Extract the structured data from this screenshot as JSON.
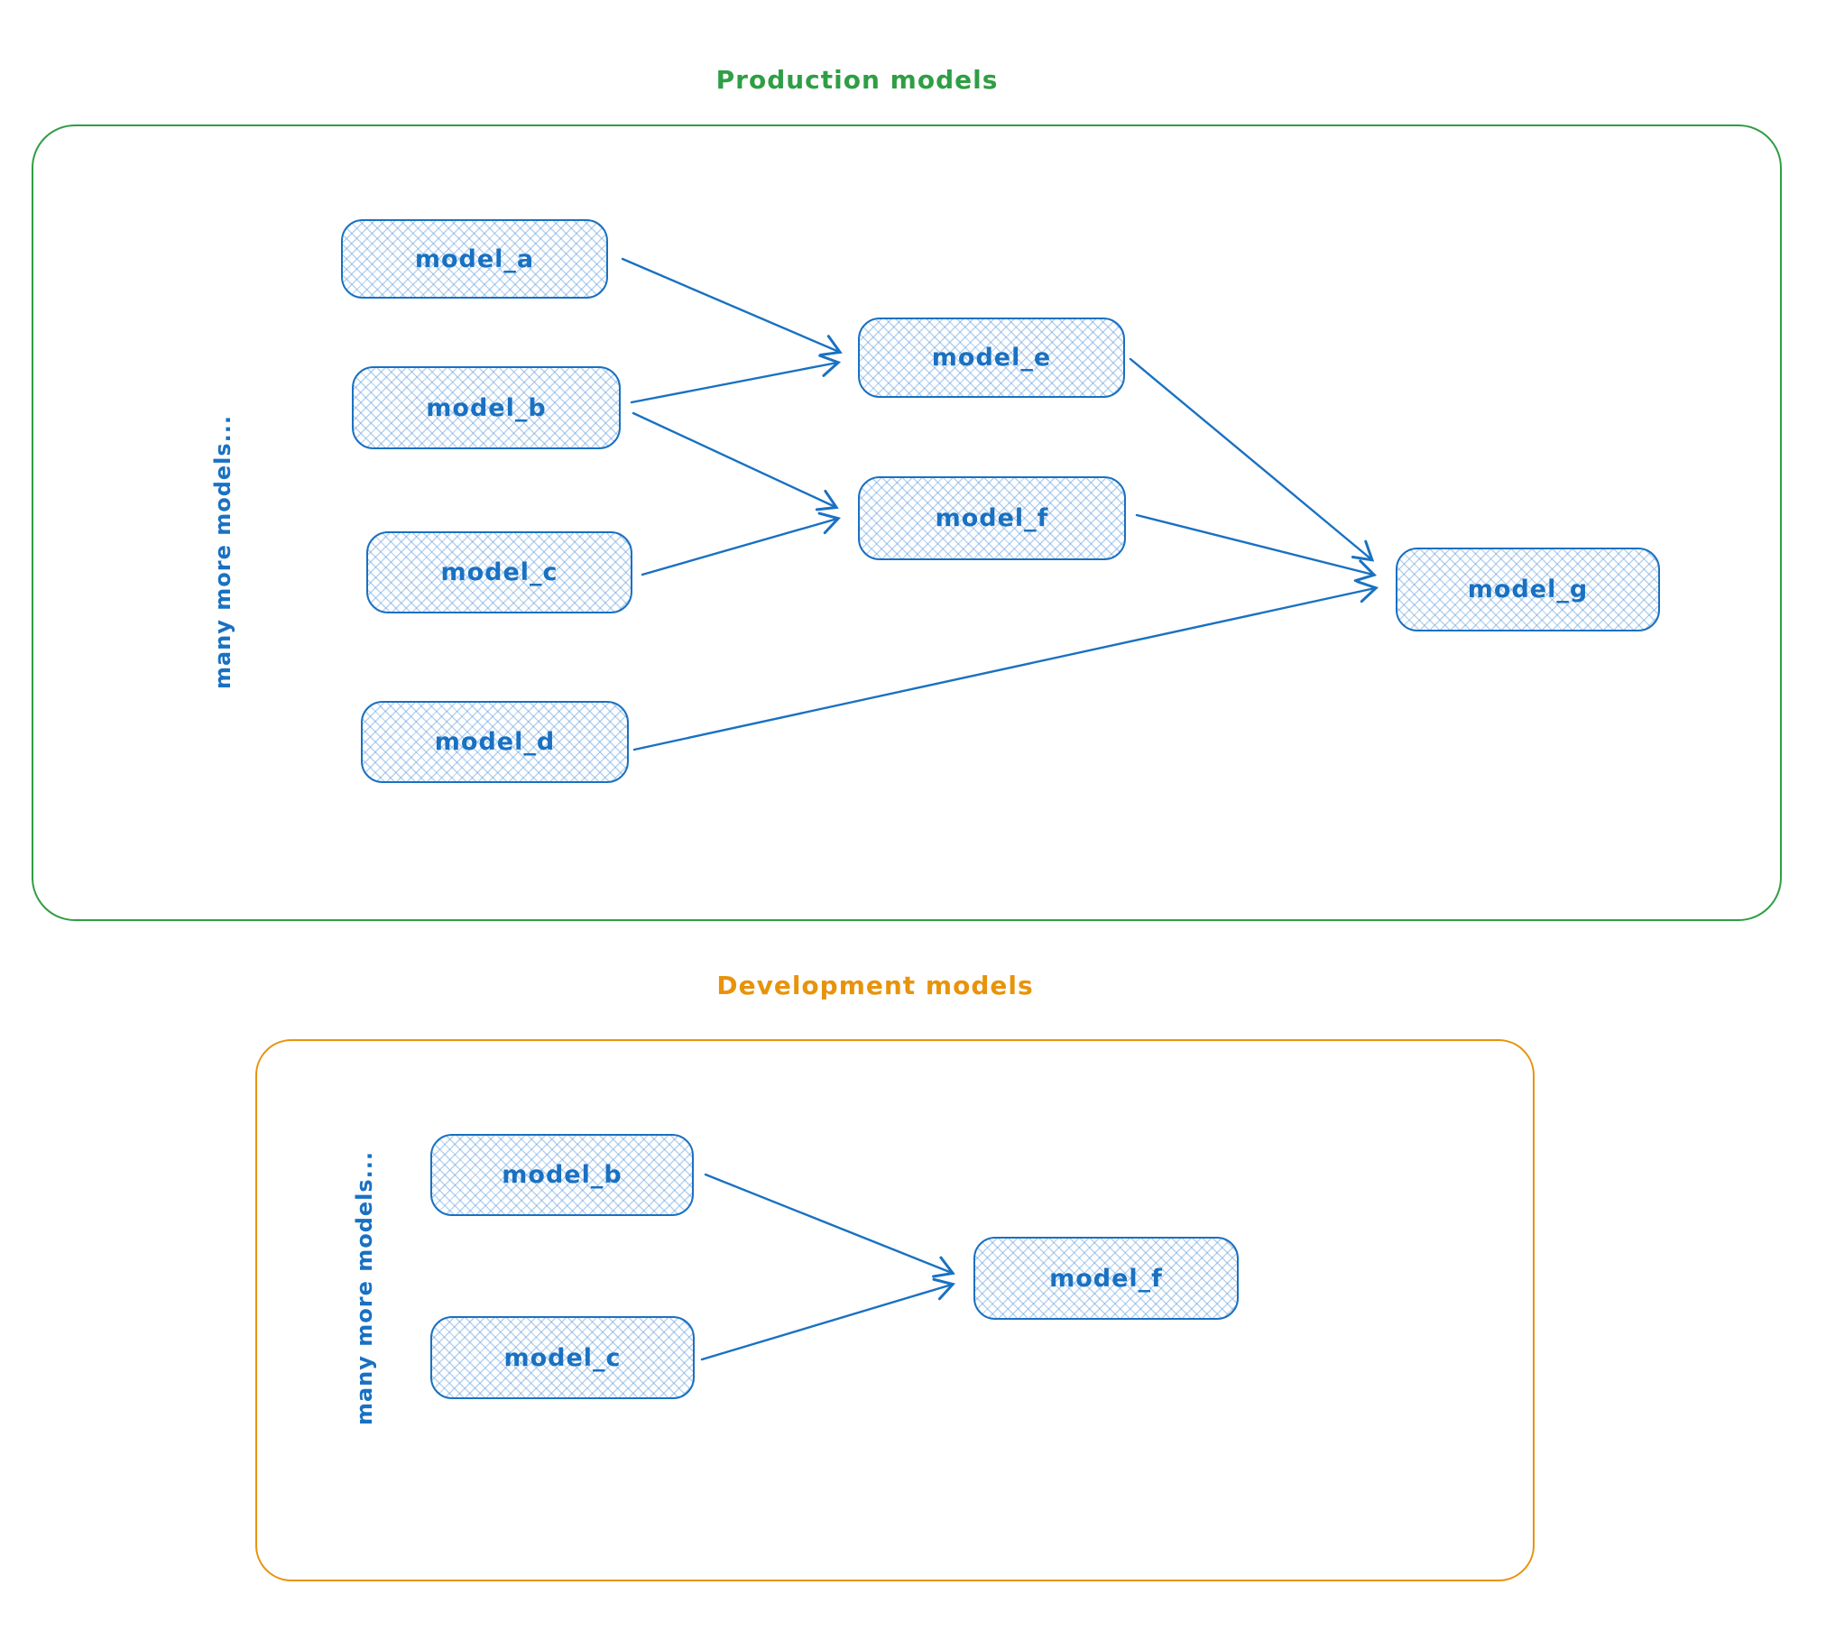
{
  "production": {
    "title": "Production models",
    "side_label": "many more models...",
    "nodes": {
      "a": "model_a",
      "b": "model_b",
      "c": "model_c",
      "d": "model_d",
      "e": "model_e",
      "f": "model_f",
      "g": "model_g"
    },
    "edges": [
      [
        "model_a",
        "model_e"
      ],
      [
        "model_b",
        "model_e"
      ],
      [
        "model_b",
        "model_f"
      ],
      [
        "model_c",
        "model_f"
      ],
      [
        "model_e",
        "model_g"
      ],
      [
        "model_f",
        "model_g"
      ],
      [
        "model_d",
        "model_g"
      ]
    ]
  },
  "development": {
    "title": "Development models",
    "side_label": "many more models...",
    "nodes": {
      "b": "model_b",
      "c": "model_c",
      "f": "model_f"
    },
    "edges": [
      [
        "model_b",
        "model_f"
      ],
      [
        "model_c",
        "model_f"
      ]
    ]
  },
  "colors": {
    "blue": "#1971c2",
    "green": "#2f9e44",
    "orange": "#e8930c"
  }
}
